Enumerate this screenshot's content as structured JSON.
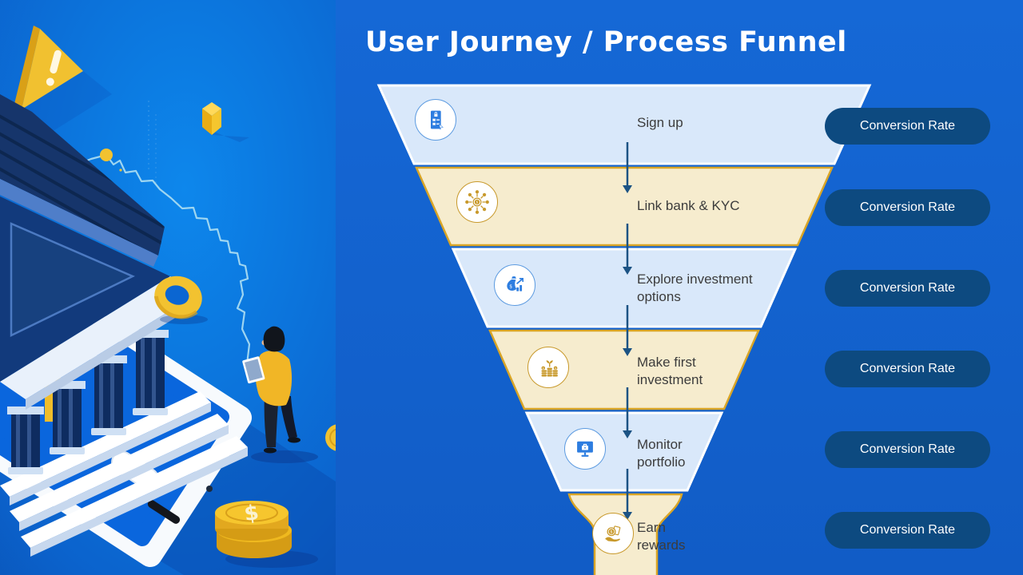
{
  "title": "User Journey / Process Funnel",
  "funnel": {
    "conversion_label": "Conversion Rate",
    "stages": [
      {
        "label": "Sign up",
        "icon": "signup-form-icon",
        "theme": "blue"
      },
      {
        "label": "Link bank & KYC",
        "icon": "coin-network-icon",
        "theme": "gold"
      },
      {
        "label": "Explore investment options",
        "icon": "investment-growth-icon",
        "theme": "blue"
      },
      {
        "label": "Make first investment",
        "icon": "coins-sprout-icon",
        "theme": "gold"
      },
      {
        "label": "Monitor portfolio",
        "icon": "monitor-briefcase-icon",
        "theme": "blue"
      },
      {
        "label": "Earn rewards",
        "icon": "reward-coin-hand-icon",
        "theme": "gold"
      }
    ]
  },
  "colors": {
    "background_left": "#0c80e8",
    "background_right": "#1263cf",
    "stage_blue_fill": "#d9e8fa",
    "stage_gold_fill": "#f6ecce",
    "stage_blue_border": "#ffffff",
    "stage_gold_border": "#d9a526",
    "pill_fill": "#0d4a80",
    "arrow": "#1c5384",
    "title_color": "#ffffff",
    "accent_yellow": "#f2c230"
  }
}
